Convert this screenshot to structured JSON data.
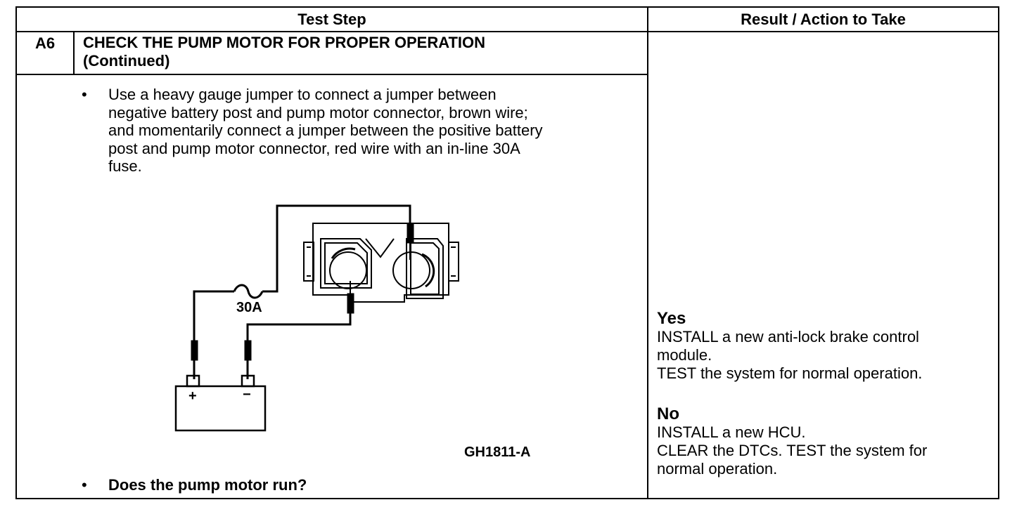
{
  "header": {
    "col_test_step": "Test Step",
    "col_result": "Result / Action to Take"
  },
  "step": {
    "id": "A6",
    "title_line1": "CHECK THE PUMP MOTOR FOR PROPER OPERATION",
    "title_line2": "(Continued)",
    "bullet_char": "•",
    "instruction_lines": [
      "Use a heavy gauge jumper to connect a jumper between",
      "negative battery post and pump motor connector, brown wire;",
      "and momentarily connect a jumper between the positive battery",
      "post and pump motor connector, red wire with an in-line 30A",
      "fuse."
    ],
    "question": "Does the pump motor run?"
  },
  "diagram": {
    "fuse_label": "30A",
    "battery_positive": "+",
    "battery_negative": "−",
    "figure_id": "GH1811-A"
  },
  "results": {
    "yes": {
      "heading": "Yes",
      "lines": [
        "INSTALL a new anti-lock brake control",
        "module.",
        "TEST the system for normal operation."
      ]
    },
    "no": {
      "heading": "No",
      "lines": [
        "INSTALL a new HCU.",
        "CLEAR the DTCs. TEST the system for",
        "normal operation."
      ]
    }
  }
}
